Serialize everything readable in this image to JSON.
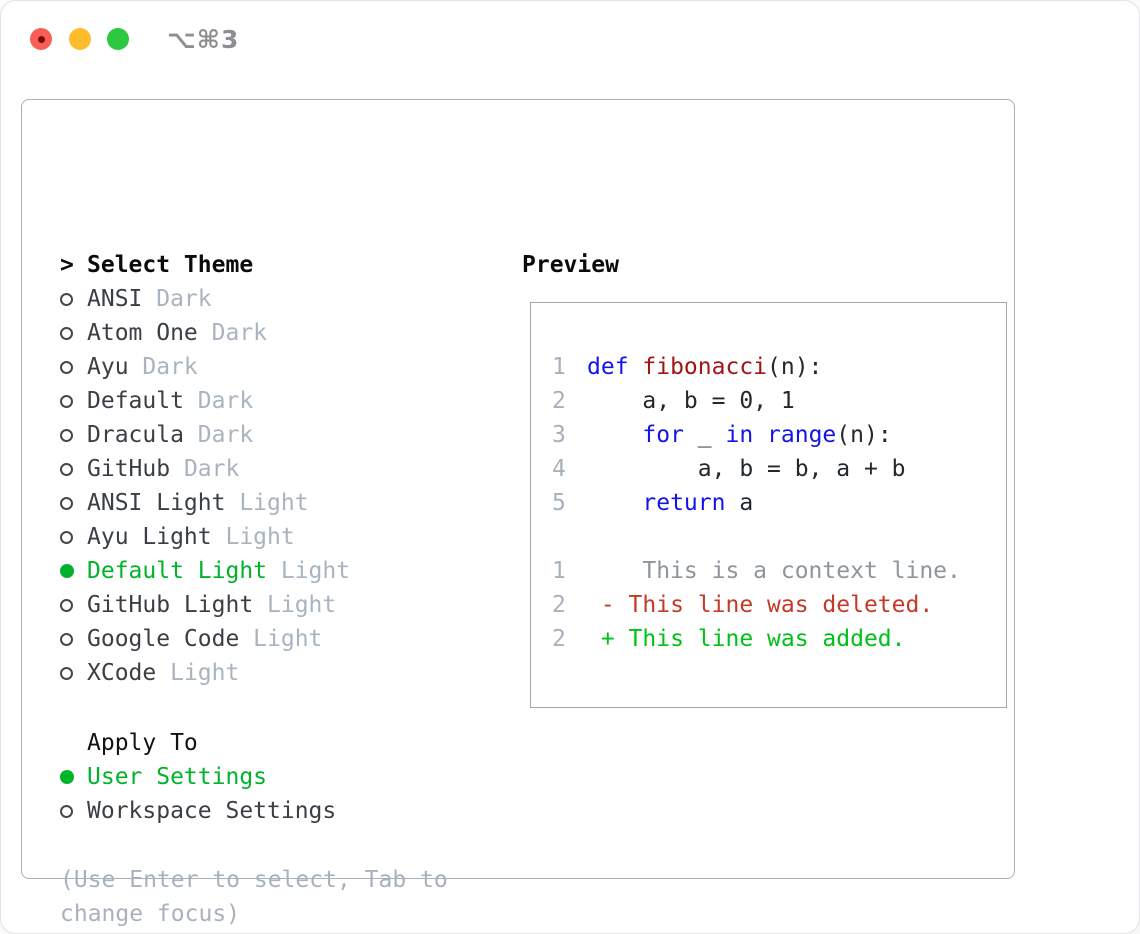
{
  "window": {
    "title": "⌥⌘3"
  },
  "panel": {
    "prompt": ">",
    "heading": "Select Theme",
    "themes": [
      {
        "name": "ANSI",
        "tag": "Dark",
        "selected": false
      },
      {
        "name": "Atom One",
        "tag": "Dark",
        "selected": false
      },
      {
        "name": "Ayu",
        "tag": "Dark",
        "selected": false
      },
      {
        "name": "Default",
        "tag": "Dark",
        "selected": false
      },
      {
        "name": "Dracula",
        "tag": "Dark",
        "selected": false
      },
      {
        "name": "GitHub",
        "tag": "Dark",
        "selected": false
      },
      {
        "name": "ANSI Light",
        "tag": "Light",
        "selected": false
      },
      {
        "name": "Ayu Light",
        "tag": "Light",
        "selected": false
      },
      {
        "name": "Default Light",
        "tag": "Light",
        "selected": true
      },
      {
        "name": "GitHub Light",
        "tag": "Light",
        "selected": false
      },
      {
        "name": "Google Code",
        "tag": "Light",
        "selected": false
      },
      {
        "name": "XCode",
        "tag": "Light",
        "selected": false
      }
    ],
    "apply_to": {
      "heading": "Apply To",
      "options": [
        {
          "name": "User Settings",
          "selected": true
        },
        {
          "name": "Workspace Settings",
          "selected": false
        }
      ]
    },
    "hint_lines": [
      "(Use Enter to select, Tab to",
      "change focus)"
    ]
  },
  "preview": {
    "heading": "Preview",
    "lines": [
      {
        "num": "1",
        "parts": [
          {
            "t": "def ",
            "c": "kw"
          },
          {
            "t": "fibonacci",
            "c": "fn"
          },
          {
            "t": "(n):",
            "c": "p"
          }
        ]
      },
      {
        "num": "2",
        "parts": [
          {
            "t": "    a, b = 0, 1",
            "c": "p"
          }
        ]
      },
      {
        "num": "3",
        "parts": [
          {
            "t": "    ",
            "c": "p"
          },
          {
            "t": "for",
            "c": "kw"
          },
          {
            "t": " _ ",
            "c": "p"
          },
          {
            "t": "in",
            "c": "kw"
          },
          {
            "t": " ",
            "c": "p"
          },
          {
            "t": "range",
            "c": "kw"
          },
          {
            "t": "(n):",
            "c": "p"
          }
        ]
      },
      {
        "num": "4",
        "parts": [
          {
            "t": "        a, b = b, a + b",
            "c": "p"
          }
        ]
      },
      {
        "num": "5",
        "parts": [
          {
            "t": "    ",
            "c": "p"
          },
          {
            "t": "return",
            "c": "kw"
          },
          {
            "t": " a",
            "c": "p"
          }
        ]
      },
      {
        "num": "",
        "parts": []
      },
      {
        "num": "1",
        "parts": [
          {
            "t": "    This is a context line.",
            "c": "ctx"
          }
        ]
      },
      {
        "num": "2",
        "parts": [
          {
            "t": " - This line was deleted.",
            "c": "del"
          }
        ]
      },
      {
        "num": "2",
        "parts": [
          {
            "t": " + This line was added.",
            "c": "add"
          }
        ]
      }
    ]
  },
  "colors": {
    "kw": "#1414e8",
    "fn": "#a31515",
    "p": "#23282d",
    "ctx": "#8d959d",
    "del": "#c43a28",
    "add": "#00c117",
    "selection_green": "#00b32a",
    "lineno": "#a6b1bc",
    "item_text": "#3a3f45",
    "tag_text": "#a9b4c0"
  }
}
